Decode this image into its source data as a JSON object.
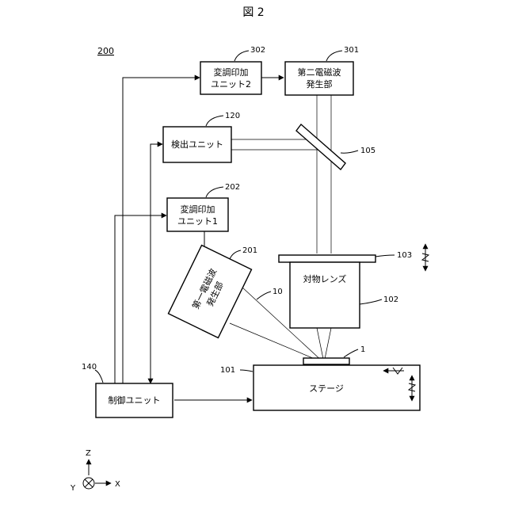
{
  "figure": {
    "title": "図 2",
    "system_ref": "200"
  },
  "blocks": {
    "mod2": {
      "line1": "変調印加",
      "line2": "ユニット2",
      "ref": "302"
    },
    "gen2": {
      "line1": "第二電磁波",
      "line2": "発生部",
      "ref": "301"
    },
    "detector": {
      "label": "検出ユニット",
      "ref": "120"
    },
    "mod1": {
      "line1": "変調印加",
      "line2": "ユニット1",
      "ref": "202"
    },
    "gen1": {
      "line1": "第一電磁波",
      "line2": "発生部",
      "ref": "201"
    },
    "objective": {
      "label": "対物レンズ",
      "ref": "102",
      "plate_ref": "103"
    },
    "controller": {
      "label": "制御ユニット",
      "ref": "140"
    },
    "stage": {
      "label": "ステージ",
      "ref": "101"
    }
  },
  "refs": {
    "mirror": "105",
    "beam1": "10",
    "sample": "1"
  },
  "axes": {
    "z": "Z",
    "y": "Y",
    "x": "X"
  }
}
